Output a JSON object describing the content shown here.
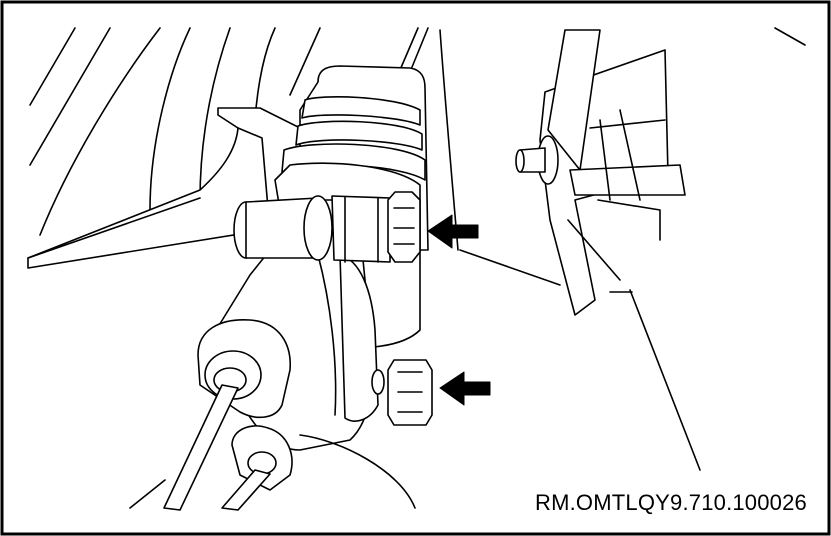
{
  "figure": {
    "reference_code": "RM.OMTLQY9.710.100026",
    "callouts": [
      {
        "name": "arrow-upper-bolt",
        "points_to": "upper bolt"
      },
      {
        "name": "arrow-lower-bolt",
        "points_to": "lower bolt"
      }
    ],
    "colors": {
      "line": "#000000",
      "background": "#ffffff",
      "border": "#000000"
    }
  }
}
